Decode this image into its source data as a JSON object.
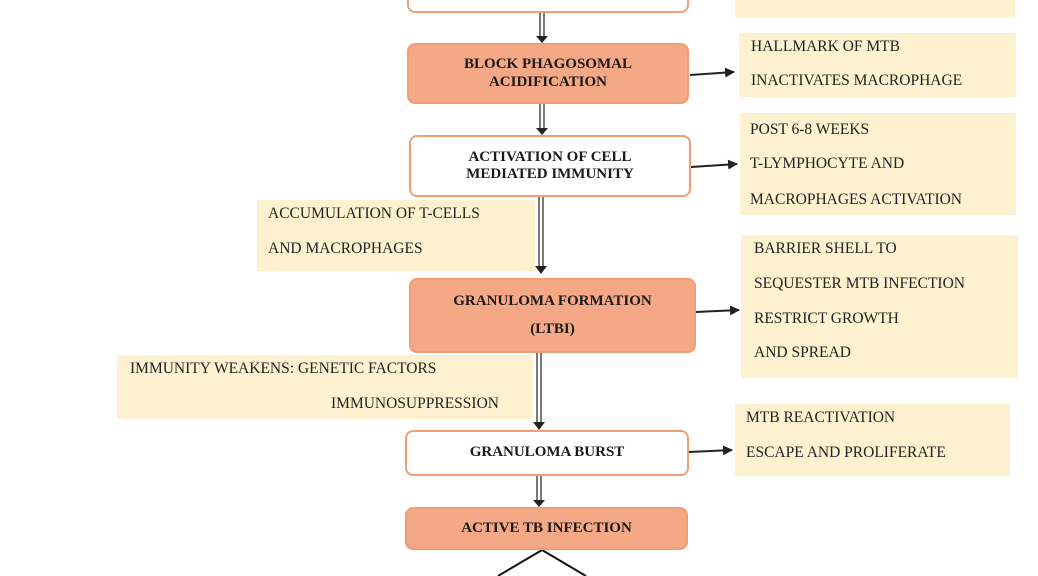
{
  "steps": [
    {
      "id": "top",
      "lines": [
        ""
      ],
      "style": "white"
    },
    {
      "id": "block",
      "lines": [
        "BLOCK PHAGOSOMAL",
        "ACIDIFICATION"
      ],
      "style": "orange"
    },
    {
      "id": "cmi",
      "lines": [
        "ACTIVATION OF CELL",
        "MEDIATED IMMUNITY"
      ],
      "style": "white"
    },
    {
      "id": "granuloma",
      "lines": [
        "GRANULOMA FORMATION",
        "(LTBI)"
      ],
      "style": "orange"
    },
    {
      "id": "burst",
      "lines": [
        "GRANULOMA BURST"
      ],
      "style": "white"
    },
    {
      "id": "active",
      "lines": [
        "ACTIVE TB INFECTION"
      ],
      "style": "orange"
    }
  ],
  "notes": {
    "hallmark": [
      "HALLMARK OF MTB",
      "INACTIVATES MACROPHAGE"
    ],
    "post": [
      "POST 6-8 WEEKS",
      "T-LYMPHOCYTE AND",
      "MACROPHAGES ACTIVATION"
    ],
    "accumulation": [
      "ACCUMULATION OF T-CELLS",
      "AND MACROPHAGES"
    ],
    "barrier": [
      "BARRIER SHELL TO",
      "SEQUESTER MTB INFECTION",
      "RESTRICT GROWTH",
      "AND SPREAD"
    ],
    "immunity": [
      "IMMUNITY WEAKENS: GENETIC FACTORS",
      "IMMUNOSUPPRESSION"
    ],
    "reactivation": [
      "MTB REACTIVATION",
      "ESCAPE AND PROLIFERATE"
    ]
  },
  "colors": {
    "orange_fill": "#f4a886",
    "border": "#ef9f73",
    "note_fill": "#fdf1cf",
    "arrow": "#333333"
  }
}
